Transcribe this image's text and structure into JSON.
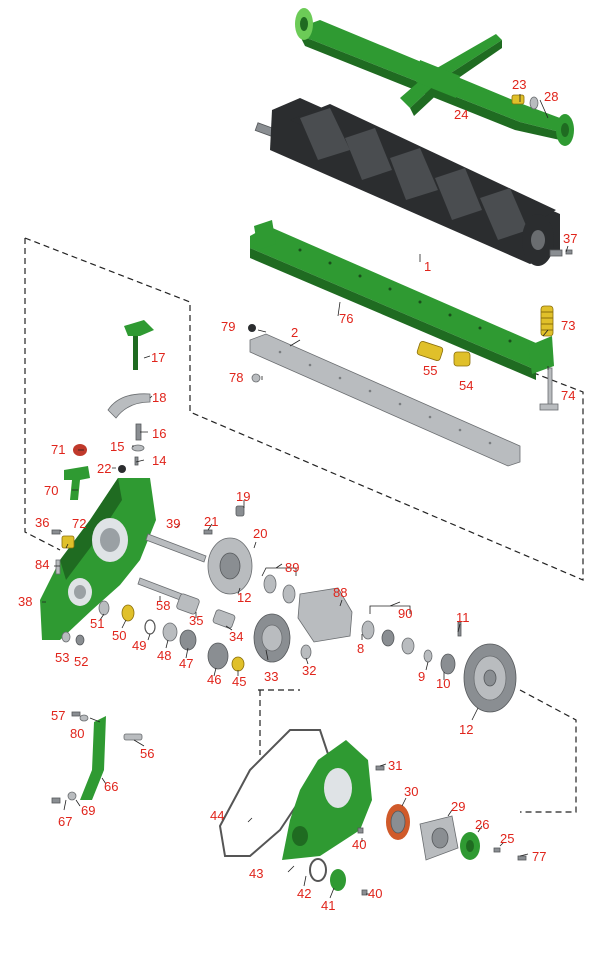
{
  "diagram": {
    "callouts": [
      {
        "id": "c1",
        "text": "1"
      },
      {
        "id": "c2",
        "text": "2"
      },
      {
        "id": "c8",
        "text": "8"
      },
      {
        "id": "c9",
        "text": "9"
      },
      {
        "id": "c10",
        "text": "10"
      },
      {
        "id": "c11",
        "text": "11"
      },
      {
        "id": "c12a",
        "text": "12"
      },
      {
        "id": "c12b",
        "text": "12"
      },
      {
        "id": "c14",
        "text": "14"
      },
      {
        "id": "c15",
        "text": "15"
      },
      {
        "id": "c16",
        "text": "16"
      },
      {
        "id": "c17",
        "text": "17"
      },
      {
        "id": "c18",
        "text": "18"
      },
      {
        "id": "c19",
        "text": "19"
      },
      {
        "id": "c20",
        "text": "20"
      },
      {
        "id": "c21",
        "text": "21"
      },
      {
        "id": "c22",
        "text": "22"
      },
      {
        "id": "c23",
        "text": "23"
      },
      {
        "id": "c24",
        "text": "24"
      },
      {
        "id": "c25",
        "text": "25"
      },
      {
        "id": "c26",
        "text": "26"
      },
      {
        "id": "c28",
        "text": "28"
      },
      {
        "id": "c29",
        "text": "29"
      },
      {
        "id": "c30",
        "text": "30"
      },
      {
        "id": "c31",
        "text": "31"
      },
      {
        "id": "c32",
        "text": "32"
      },
      {
        "id": "c33",
        "text": "33"
      },
      {
        "id": "c34",
        "text": "34"
      },
      {
        "id": "c35",
        "text": "35"
      },
      {
        "id": "c36",
        "text": "36"
      },
      {
        "id": "c37",
        "text": "37"
      },
      {
        "id": "c38",
        "text": "38"
      },
      {
        "id": "c39",
        "text": "39"
      },
      {
        "id": "c40a",
        "text": "40"
      },
      {
        "id": "c40b",
        "text": "40"
      },
      {
        "id": "c41",
        "text": "41"
      },
      {
        "id": "c42",
        "text": "42"
      },
      {
        "id": "c43",
        "text": "43"
      },
      {
        "id": "c44",
        "text": "44"
      },
      {
        "id": "c45",
        "text": "45"
      },
      {
        "id": "c46",
        "text": "46"
      },
      {
        "id": "c47",
        "text": "47"
      },
      {
        "id": "c48",
        "text": "48"
      },
      {
        "id": "c49",
        "text": "49"
      },
      {
        "id": "c50",
        "text": "50"
      },
      {
        "id": "c51",
        "text": "51"
      },
      {
        "id": "c52",
        "text": "52"
      },
      {
        "id": "c53",
        "text": "53"
      },
      {
        "id": "c54",
        "text": "54"
      },
      {
        "id": "c55",
        "text": "55"
      },
      {
        "id": "c56",
        "text": "56"
      },
      {
        "id": "c57",
        "text": "57"
      },
      {
        "id": "c58",
        "text": "58"
      },
      {
        "id": "c66",
        "text": "66"
      },
      {
        "id": "c67",
        "text": "67"
      },
      {
        "id": "c69",
        "text": "69"
      },
      {
        "id": "c70",
        "text": "70"
      },
      {
        "id": "c71",
        "text": "71"
      },
      {
        "id": "c72",
        "text": "72"
      },
      {
        "id": "c73",
        "text": "73"
      },
      {
        "id": "c74",
        "text": "74"
      },
      {
        "id": "c76",
        "text": "76"
      },
      {
        "id": "c77",
        "text": "77"
      },
      {
        "id": "c78",
        "text": "78"
      },
      {
        "id": "c79",
        "text": "79"
      },
      {
        "id": "c80",
        "text": "80"
      },
      {
        "id": "c84",
        "text": "84"
      },
      {
        "id": "c88",
        "text": "88"
      },
      {
        "id": "c89",
        "text": "89"
      },
      {
        "id": "c90",
        "text": "90"
      }
    ],
    "colors": {
      "callout": "#e0241b",
      "part_green": "#2f9a32",
      "part_green_dark": "#1f6b21",
      "steel": "#b9bcbf",
      "reel_black": "#2b2d2f",
      "spring_gold": "#e0c02a",
      "outline": "#222222"
    }
  }
}
